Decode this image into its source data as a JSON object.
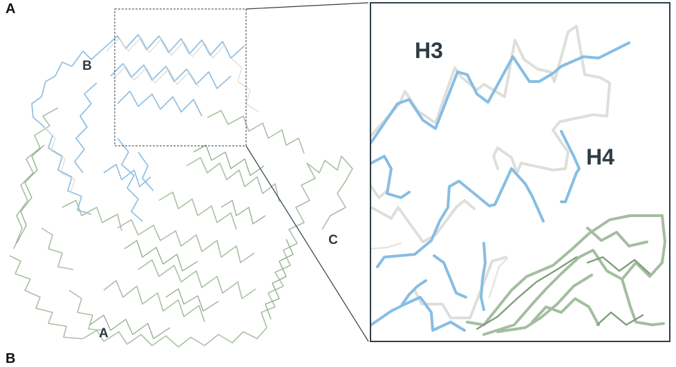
{
  "panel_labels": {
    "top": "A",
    "bottom": "B"
  },
  "overview": {
    "chain_labels": {
      "a": "A",
      "b": "B",
      "c": "C"
    }
  },
  "zoom": {
    "helix_labels": {
      "h3": "H3",
      "h4": "H4"
    }
  },
  "colors": {
    "blue_trace": "#7fb6de",
    "white_trace": "#e3e3de",
    "green_trace": "#a7bfa2",
    "frame": "#2f3f45"
  }
}
